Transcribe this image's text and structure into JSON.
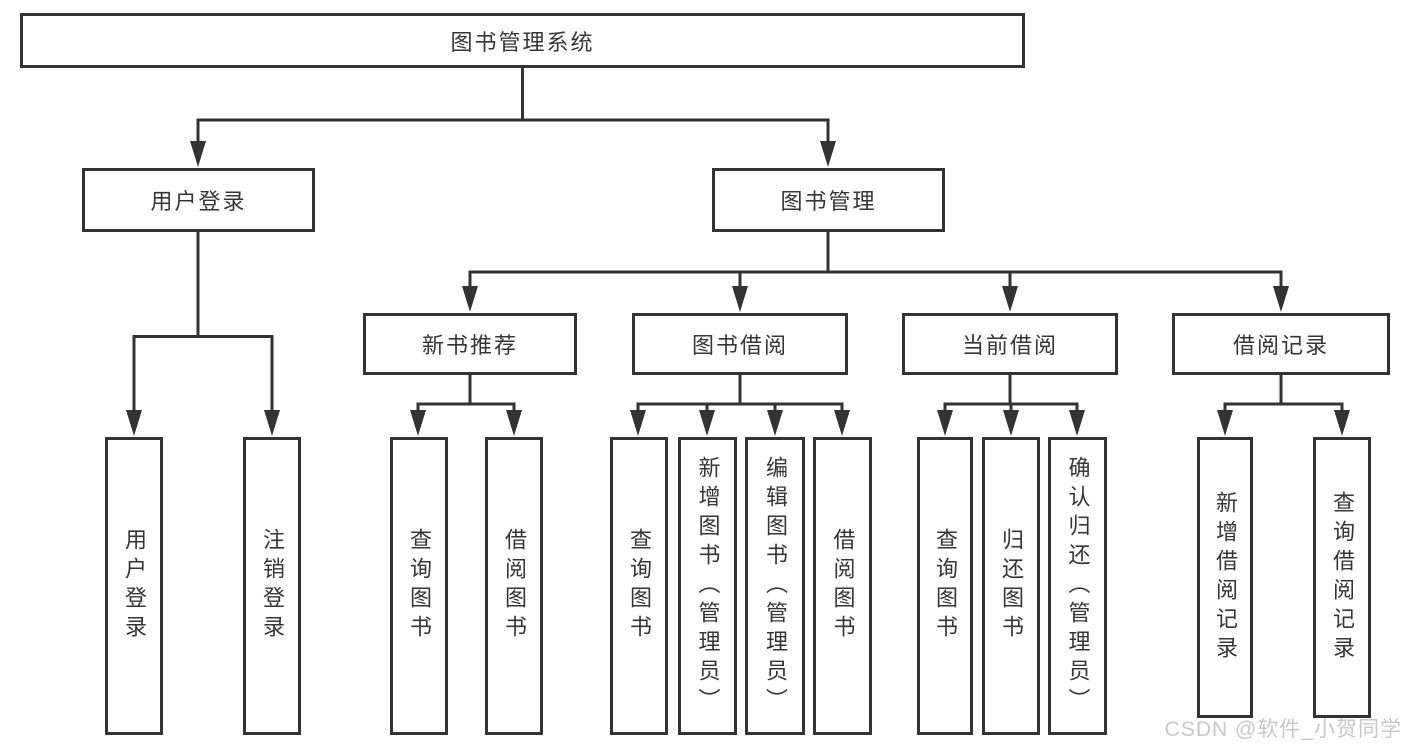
{
  "tree": {
    "root": {
      "label": "图书管理系统",
      "children": [
        {
          "label": "用户登录",
          "children": [
            {
              "label": "用户登录"
            },
            {
              "label": "注销登录"
            }
          ]
        },
        {
          "label": "图书管理",
          "children": [
            {
              "label": "新书推荐",
              "children": [
                {
                  "label": "查询图书"
                },
                {
                  "label": "借阅图书"
                }
              ]
            },
            {
              "label": "图书借阅",
              "children": [
                {
                  "label": "查询图书"
                },
                {
                  "label": "新增图书（管理员）"
                },
                {
                  "label": "编辑图书（管理员）"
                },
                {
                  "label": "借阅图书"
                }
              ]
            },
            {
              "label": "当前借阅",
              "children": [
                {
                  "label": "查询图书"
                },
                {
                  "label": "归还图书"
                },
                {
                  "label": "确认归还（管理员）"
                }
              ]
            },
            {
              "label": "借阅记录",
              "children": [
                {
                  "label": "新增借阅记录"
                },
                {
                  "label": "查询借阅记录"
                }
              ]
            }
          ]
        }
      ]
    }
  },
  "watermark": {
    "text": "CSDN @软件_小贺同学"
  },
  "colors": {
    "line": "#333333",
    "text": "#363636",
    "watermark": "#c6c8cd",
    "background": "#ffffff"
  }
}
